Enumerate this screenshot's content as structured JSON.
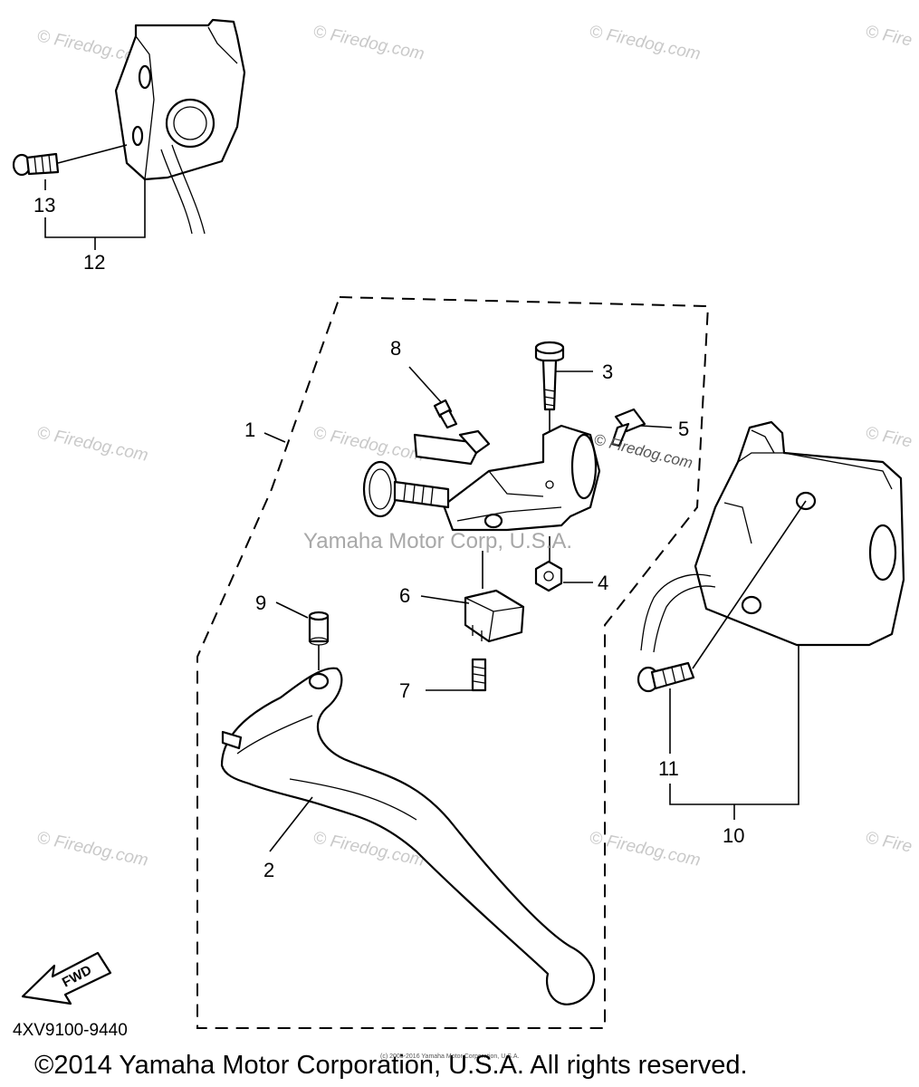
{
  "watermarks": {
    "site": "© Firedog.com",
    "site_cut": "© Fire",
    "site_inline": "© Firedog.com",
    "center": "Yamaha Motor Corp, U.S.A.",
    "tiny": "(c) 2005-2016 Yamaha Motor Corporation, U.S.A."
  },
  "callouts": {
    "c1": "1",
    "c2": "2",
    "c3": "3",
    "c4": "4",
    "c5": "5",
    "c6": "6",
    "c7": "7",
    "c8": "8",
    "c9": "9",
    "c10": "10",
    "c11": "11",
    "c12": "12",
    "c13": "13"
  },
  "arrow": {
    "label": "FWD"
  },
  "diagram_code": "4XV9100-9440",
  "copyright": "©2014 Yamaha Motor Corporation, U.S.A. All rights reserved."
}
